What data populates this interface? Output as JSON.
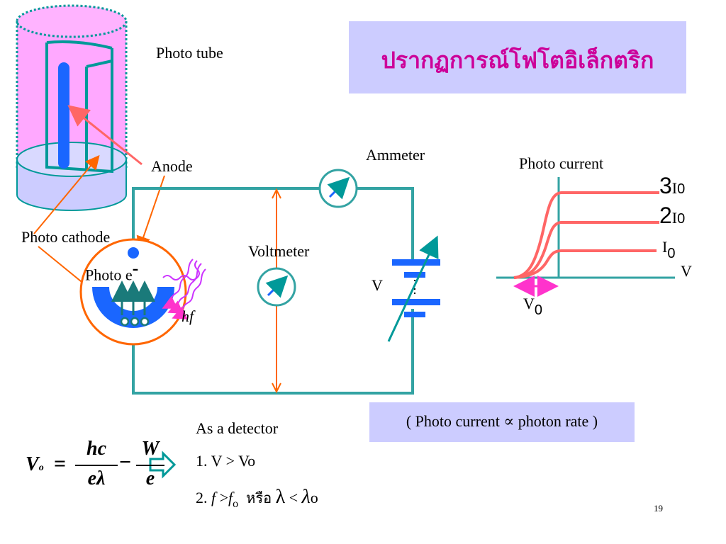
{
  "title": "ปรากฏการณ์โฟโตอิเล็กตริก",
  "labels": {
    "photo_tube": "Photo tube",
    "anode": "Anode",
    "photo_cathode": "Photo cathode",
    "photo_e": "Photo e",
    "photo_e_sup": "-",
    "hf": "hf",
    "ammeter": "Ammeter",
    "voltmeter": "Voltmeter",
    "v": "V",
    "photo_current": "Photo current"
  },
  "graph": {
    "curve_labels": [
      {
        "coef": "3",
        "sym": "I",
        "sub": "0"
      },
      {
        "coef": "2",
        "sym": "I",
        "sub": "0"
      },
      {
        "coef": "",
        "sym": "I",
        "sub": "0"
      }
    ],
    "x_axis_label": "V",
    "v0_sym": "V",
    "v0_sub": "0"
  },
  "note": "( Photo current    ∝   photon rate )",
  "detector": {
    "heading": "As a detector",
    "cond1": "1. V  > Vo",
    "cond2_prefix": "2.",
    "cond2_f": "f",
    "cond2_gt": ">",
    "cond2_f0": "f",
    "cond2_f0_sub": "o",
    "cond2_or": "หรือ",
    "cond2_lambda": "λ",
    "cond2_lt": "<",
    "cond2_lambda0": "λ",
    "cond2_lambda0_sub": "o"
  },
  "formula": {
    "lhs": "V",
    "lhs_sub": "o",
    "eq": "=",
    "num1": "hc",
    "den1": "eλ",
    "minus": "−",
    "num2": "W",
    "den2": "e"
  },
  "page_number": "19",
  "colors": {
    "tube_pink": "#ff99ff",
    "tube_base": "#ccccff",
    "anode_blue": "#1a66ff",
    "cathode_teal": "#009999",
    "arrow_red": "#ff6666",
    "wire_teal": "#33a3a3",
    "orange": "#ff6600",
    "title_magenta": "#cc0099",
    "photon_magenta": "#cc33ff"
  }
}
